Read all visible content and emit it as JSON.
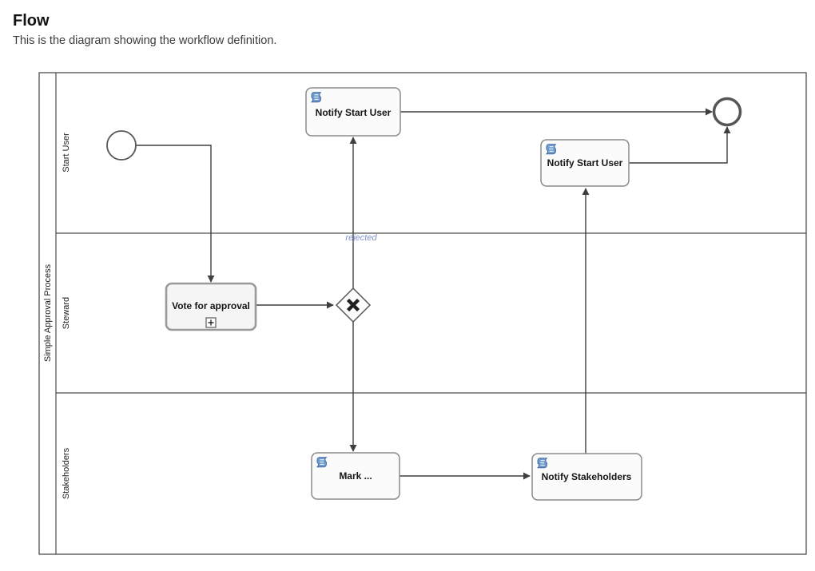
{
  "page": {
    "title": "Flow",
    "subtitle": "This is the diagram showing the workflow definition."
  },
  "diagram": {
    "pool": {
      "label": "Simple Approval Process"
    },
    "lanes": [
      {
        "label": "Start User"
      },
      {
        "label": "Steward"
      },
      {
        "label": "Stakeholders"
      }
    ],
    "nodes": {
      "start_event": {
        "type": "start-event"
      },
      "notify_start_user_top": {
        "label": "Notify Start User",
        "type": "script-task"
      },
      "notify_start_user_right": {
        "label": "Notify Start User",
        "type": "script-task"
      },
      "vote_for_approval": {
        "label": "Vote for approval",
        "type": "call-activity-with-subprocess-marker"
      },
      "exclusive_gateway": {
        "type": "exclusive-gateway"
      },
      "mark": {
        "label": "Mark ...",
        "type": "script-task"
      },
      "notify_stakeholders": {
        "label": "Notify Stakeholders",
        "type": "script-task"
      },
      "end_event": {
        "type": "end-event"
      }
    },
    "flow_labels": {
      "rejected": "rejected"
    },
    "colors": {
      "node_fill": "#fbfbfb",
      "node_stroke": "#8c8c8c",
      "line": "#3f3f3f",
      "script_icon_fill": "#6f9bd1",
      "script_icon_stroke": "#3d6396",
      "flow_label_text": "#8193ce"
    }
  }
}
